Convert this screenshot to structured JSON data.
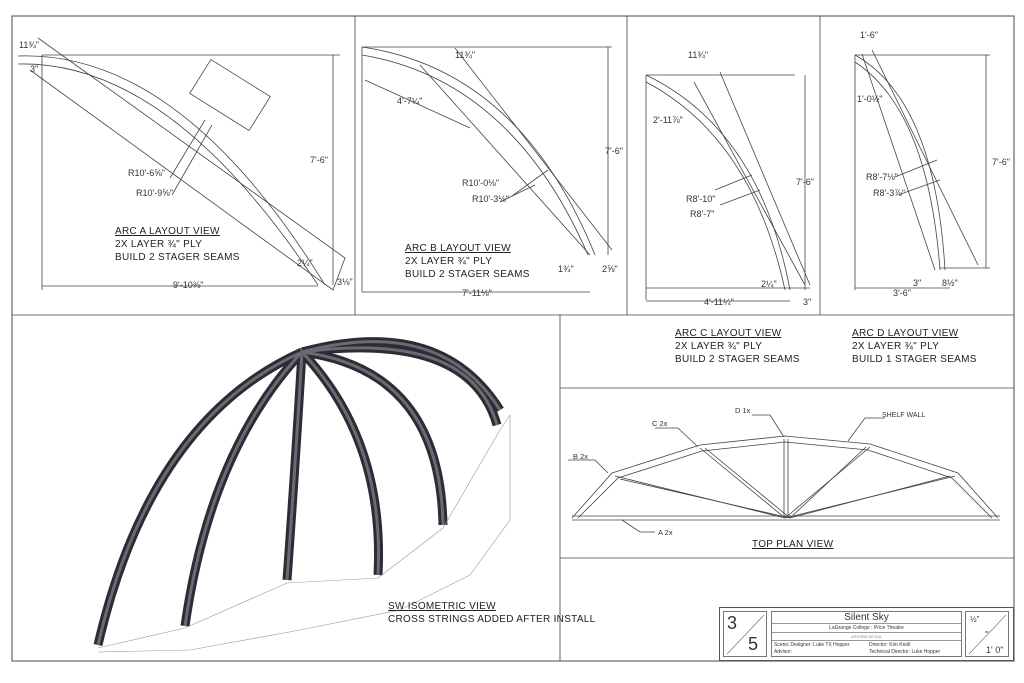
{
  "arc_a": {
    "title": "ARC A LAYOUT VIEW",
    "line1": "2X LAYER ¾\" PLY",
    "line2": "BUILD 2 STAGER SEAMS",
    "dims": {
      "thick": "11¾\"",
      "offset": "3\"",
      "r_outer": "R10'-6⅝\"",
      "r_inner": "R10'-9⅝\"",
      "height": "7'-6\"",
      "width": "9'-10⅜\"",
      "foot_v": "2¼\"",
      "foot_h": "3⅛\""
    }
  },
  "arc_b": {
    "title": "ARC B LAYOUT VIEW",
    "line1": "2X LAYER ¾\" PLY",
    "line2": "BUILD 2 STAGER SEAMS",
    "dims": {
      "thick": "11¾\"",
      "seg": "4'-7¼\"",
      "r_outer": "R10'-0⅛\"",
      "r_inner": "R10'-3⅛\"",
      "height": "7'-6\"",
      "width": "7'-11⅛\"",
      "foot_v": "1¾\"",
      "foot_h": "2⅝\""
    }
  },
  "arc_c": {
    "title": "ARC C LAYOUT VIEW",
    "line1": "2X LAYER ¾\" PLY",
    "line2": "BUILD 2 STAGER SEAMS",
    "dims": {
      "thick": "11¾\"",
      "seg": "2'-11⅞\"",
      "r_outer": "R8'-10\"",
      "r_inner": "R8'-7\"",
      "height": "7'-6\"",
      "width": "4'-11¼\"",
      "foot_v": "2¼\"",
      "foot_h": "3\""
    }
  },
  "arc_d": {
    "title": "ARC D LAYOUT VIEW",
    "line1": "2X LAYER ¾\" PLY",
    "line2": "BUILD 1 STAGER SEAMS",
    "dims": {
      "top": "1'-6\"",
      "seg": "1'-0½\"",
      "r_outer": "R8'-7⅛\"",
      "r_inner": "R8'-3⅞\"",
      "height": "7'-6\"",
      "width": "3'-6\"",
      "foot_v": "3\"",
      "foot_h": "8½\""
    }
  },
  "iso": {
    "title": "SW ISOMETRIC VIEW",
    "line1": "CROSS STRINGS ADDED AFTER INSTALL"
  },
  "plan": {
    "title": "TOP PLAN VIEW",
    "labels": {
      "a": "A 2x",
      "b": "B 2x",
      "c": "C 2x",
      "d": "D 1x",
      "shelf": "SHELF WALL"
    }
  },
  "title_block": {
    "sheet": "3",
    "sheet_total": "5",
    "show": "Silent Sky",
    "venue": "LaGrange College : Price Theatre",
    "detail": "ARC/RIB DETAIL",
    "scenic_designer": "Scenic Designer: Luke TX Hopper",
    "director": "Director: Kim Knoll",
    "advisor": "Advisor:",
    "technical_director": "Technical Director: Luke Hopper",
    "scale_num": "½\"",
    "scale_eq": "=",
    "scale_ft": "1' 0\""
  }
}
